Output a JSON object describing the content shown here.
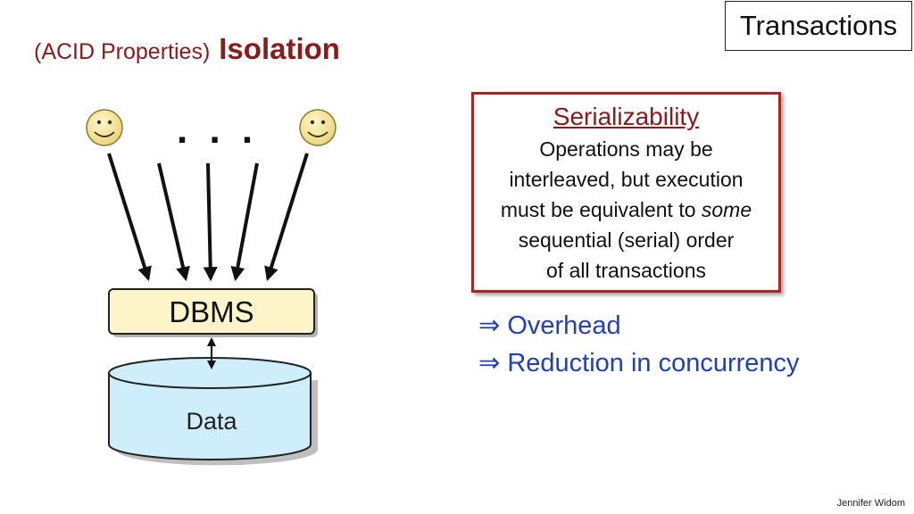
{
  "header": {
    "topic": "Transactions",
    "title_sub": "(ACID Properties)",
    "title_main": "Isolation"
  },
  "diagram": {
    "ellipsis": ". . .",
    "dbms_label": "DBMS",
    "data_label": "Data"
  },
  "definition": {
    "title": "Serializability",
    "line1": "Operations may be",
    "line2": "interleaved, but execution",
    "line3_prefix": "must be equivalent to ",
    "line3_emph": "some",
    "line4": "sequential (serial) order",
    "line5": "of all transactions"
  },
  "consequences": [
    {
      "symbol": "⇒",
      "text": "Overhead"
    },
    {
      "symbol": "⇒",
      "text": "Reduction in concurrency"
    }
  ],
  "footer": {
    "author": "Jennifer Widom"
  },
  "colors": {
    "title": "#8b1a1a",
    "box_border": "#b22222",
    "bullet_text": "#1f3fbf",
    "dbms_fill": "#fdf5c9",
    "data_fill": "#cdeefa"
  }
}
